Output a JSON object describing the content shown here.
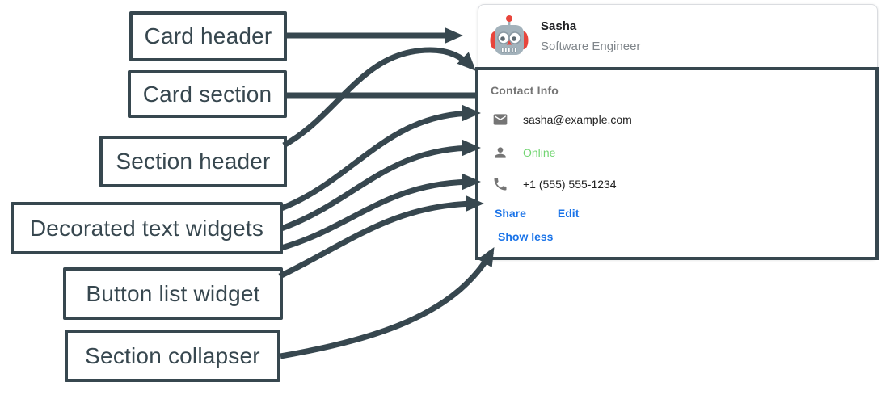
{
  "annotations": {
    "items": [
      {
        "label": "Card header"
      },
      {
        "label": "Card section"
      },
      {
        "label": "Section header"
      },
      {
        "label": "Decorated text widgets"
      },
      {
        "label": "Button list widget"
      },
      {
        "label": "Section collapser"
      }
    ]
  },
  "card": {
    "header": {
      "title": "Sasha",
      "subtitle": "Software Engineer",
      "avatar": "robot-avatar"
    },
    "section": {
      "title": "Contact Info",
      "widgets": [
        {
          "icon": "email-icon",
          "text": "sasha@example.com"
        },
        {
          "icon": "person-icon",
          "text": "Online"
        },
        {
          "icon": "phone-icon",
          "text": "+1 (555) 555-1234"
        }
      ],
      "buttons": [
        {
          "label": "Share"
        },
        {
          "label": "Edit"
        }
      ],
      "collapser": {
        "label": "Show less"
      }
    }
  },
  "colors": {
    "annotation": "#37474f",
    "card_border": "#dadce0",
    "link_blue": "#1a73e8",
    "online_green": "#72d572",
    "muted_gray": "#757575"
  }
}
